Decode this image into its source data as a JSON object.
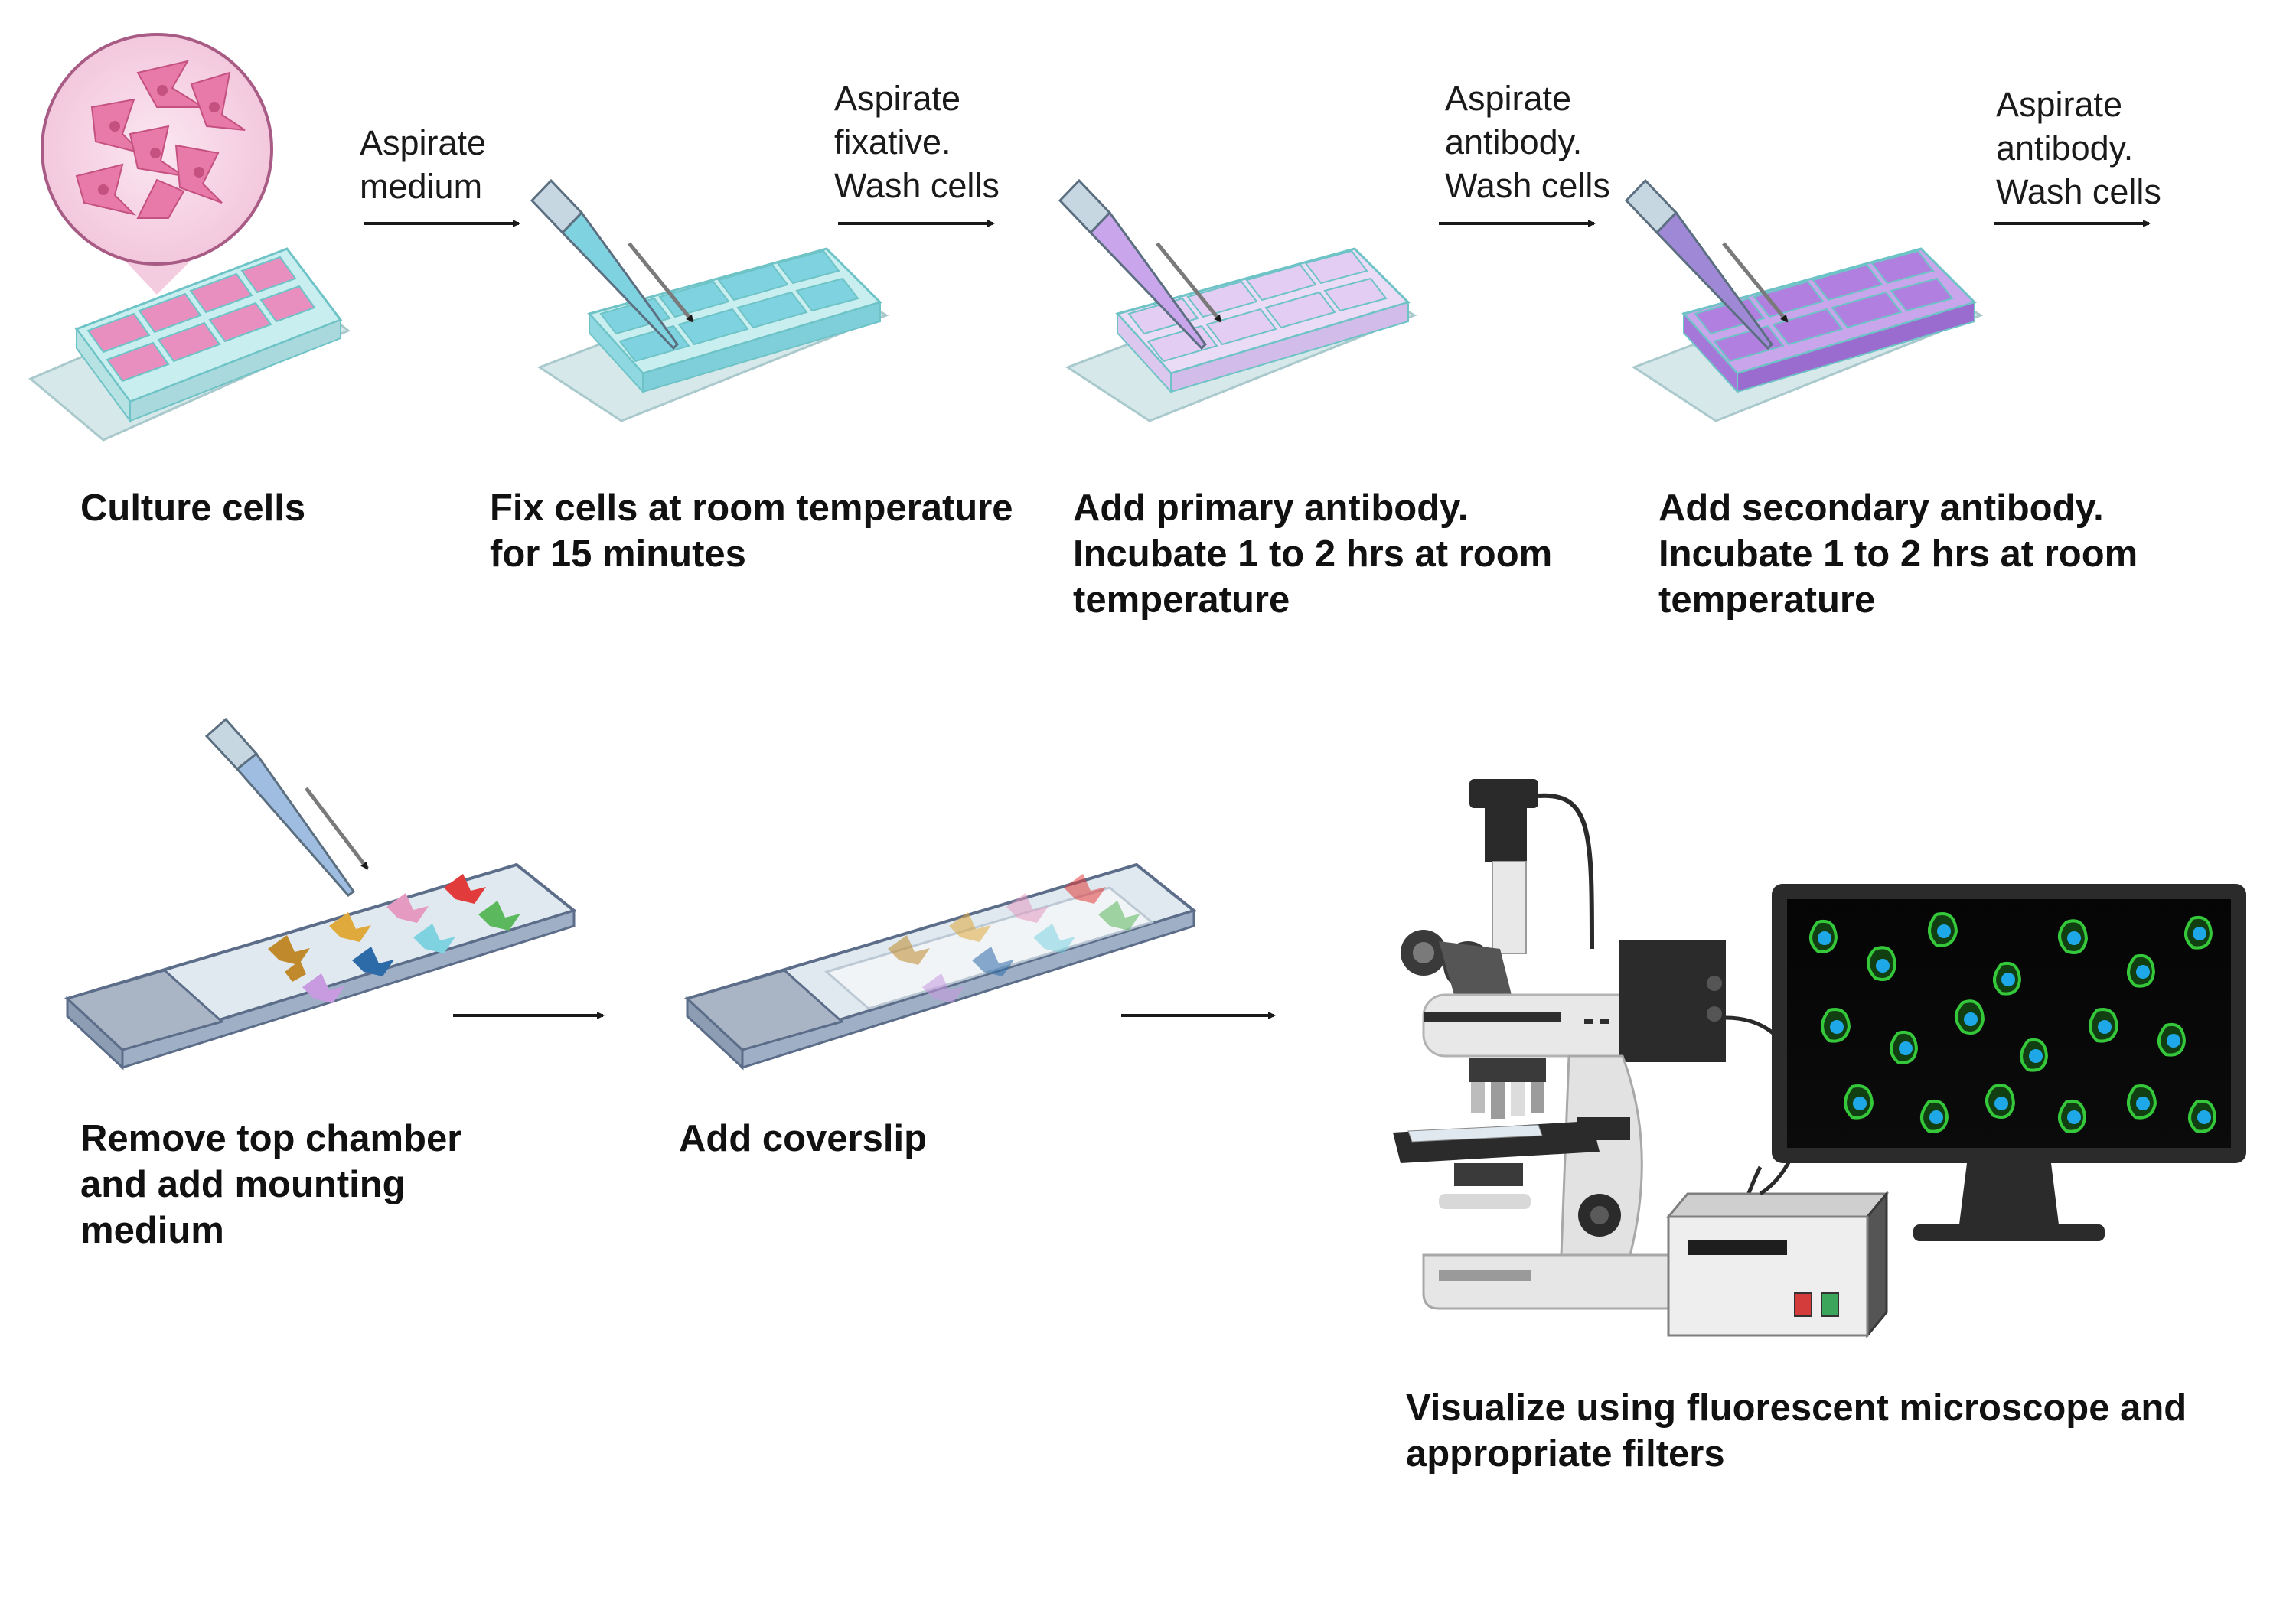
{
  "diagram": {
    "arrows": [
      {
        "label": "Aspirate\nmedium"
      },
      {
        "label": "Aspirate\nfixative.\nWash cells"
      },
      {
        "label": "Aspirate\nantibody.\nWash cells"
      },
      {
        "label": "Aspirate\nantibody.\nWash cells"
      },
      {
        "label": ""
      },
      {
        "label": ""
      }
    ],
    "steps": [
      {
        "label": "Culture cells"
      },
      {
        "label": "Fix cells at room temperature\nfor 15 minutes"
      },
      {
        "label": "Add primary antibody.\nIncubate 1 to 2 hrs at room\ntemperature"
      },
      {
        "label": "Add secondary antibody.\nIncubate 1 to 2 hrs at room\ntemperature"
      },
      {
        "label": "Remove top chamber\nand add mounting\nmedium"
      },
      {
        "label": "Add coverslip"
      },
      {
        "label": "Visualize using fluorescent microscope and\nappropriate filters"
      }
    ],
    "colors": {
      "culture_medium": "#e98fbf",
      "fixative": "#7fd3e0",
      "primary_antibody": "#e4cdf3",
      "secondary_antibody": "#b07fe0",
      "slide_glass": "#d6e8ea",
      "chamber_edge": "#6ec3c6",
      "arrow": "#1a1a1a",
      "fluorescence_cell": "#34c83a",
      "fluorescence_nucleus": "#1ea8e8"
    },
    "icons": [
      "cell-culture-magnifier-icon",
      "chamber-slide-icon",
      "pipette-icon",
      "glass-slide-icon",
      "fluorescent-microscope-icon",
      "monitor-icon",
      "power-supply-icon"
    ]
  }
}
